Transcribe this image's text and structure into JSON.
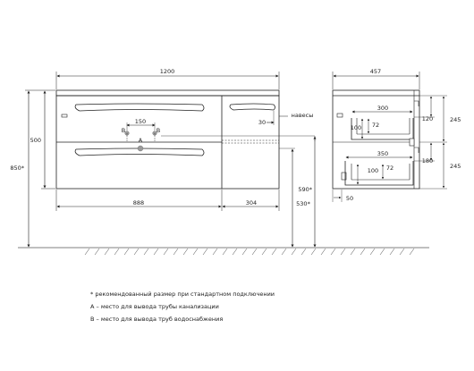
{
  "front_view": {
    "dims": {
      "total_width": "1200",
      "height_body": "500",
      "height_total": "850*",
      "pipe_spacing": "150",
      "left_width": "888",
      "right_width": "304",
      "handle_offset": "30",
      "height_590": "590*",
      "height_530": "530*"
    },
    "labels": {
      "point_b_left": "B",
      "point_b_right": "B",
      "point_a": "A",
      "hinges": "навесы"
    }
  },
  "side_view": {
    "dims": {
      "depth": "457",
      "upper_drawer_width": "300",
      "upper_drawer_depth_100": "100",
      "upper_drawer_72": "72",
      "upper_120": "120",
      "upper_245": "245",
      "lower_drawer_width": "350",
      "lower_180": "180",
      "lower_245": "245",
      "lower_drawer_100": "100",
      "lower_drawer_72": "72",
      "wall_gap": "50"
    }
  },
  "notes": [
    "* рекомендованный размер при стандартном подключении",
    "A – место для вывода трубы канализации",
    "B – место для вывода труб водоснабжения"
  ],
  "colors": {
    "line": "#222222",
    "pipe_dot": "#9a9a9a",
    "floor_hatch": "#444444"
  }
}
